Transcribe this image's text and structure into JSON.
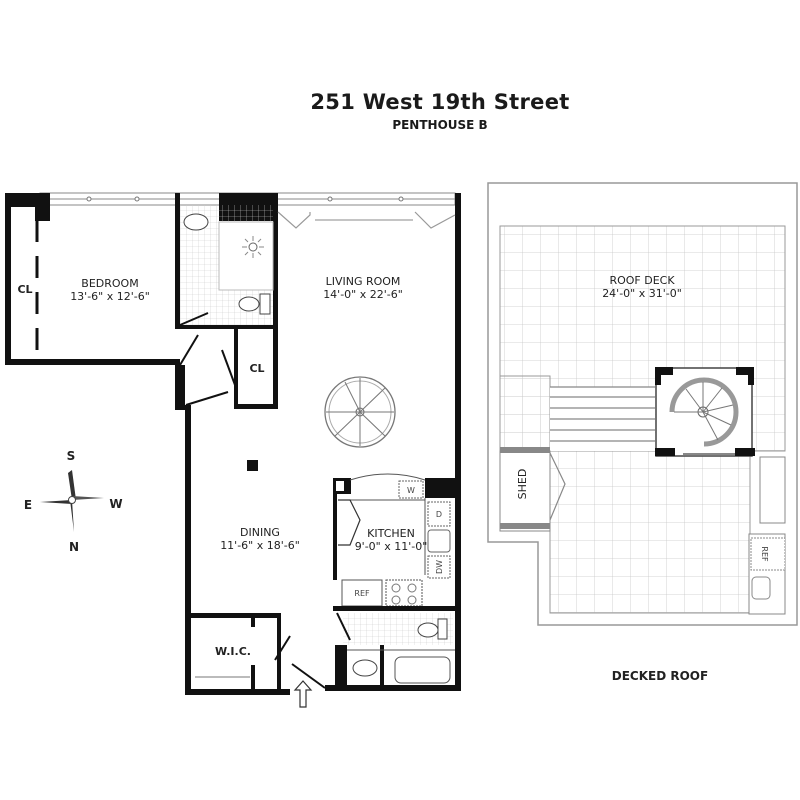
{
  "header": {
    "address": "251 West 19th Street",
    "unit": "PENTHOUSE B"
  },
  "compass": {
    "top": "S",
    "left": "E",
    "right": "W",
    "bottom": "N"
  },
  "apartment": {
    "rooms": [
      {
        "name": "BEDROOM",
        "dims": "13'-6\" x 12'-6\""
      },
      {
        "name": "LIVING ROOM",
        "dims": "14'-0\" x 22'-6\""
      },
      {
        "name": "DINING",
        "dims": "11'-6\" x 18'-6\""
      },
      {
        "name": "KITCHEN",
        "dims": "9'-0\" x 11'-0\""
      }
    ],
    "closets": {
      "bedroom_closet": "CL",
      "hall_closet": "CL",
      "walk_in": "W.I.C."
    },
    "appliances": {
      "washer": "W",
      "dryer": "D",
      "dishwasher": "DW",
      "refrigerator": "REF"
    }
  },
  "roof": {
    "deck": {
      "name": "ROOF DECK",
      "dims": "24'-0\" x 31'-0\""
    },
    "shed": "SHED",
    "refrigerator": "REF",
    "caption": "DECKED ROOF"
  }
}
